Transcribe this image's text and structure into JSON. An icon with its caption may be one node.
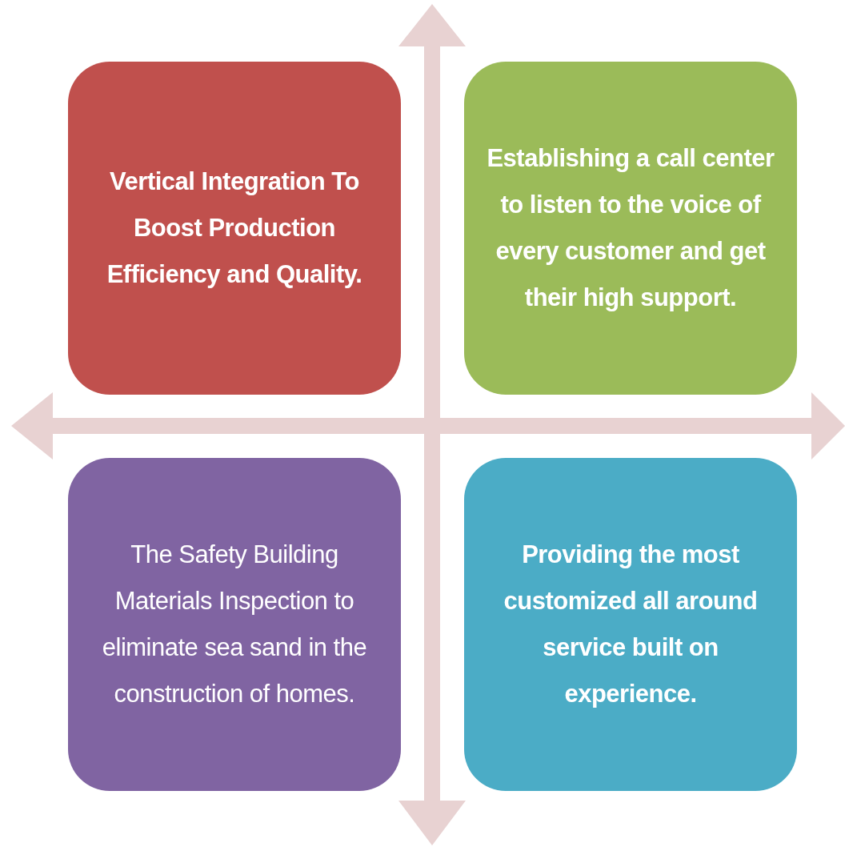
{
  "diagram": {
    "nodes": [
      {
        "text": [
          "Vertical Integration To Boost Production Efficiency and Quality."
        ]
      },
      {
        "text": [
          "Establishing a call center to listen to the voice of every customer and get their high support."
        ]
      },
      {
        "text": [
          "The Safety Building Materials Inspection to eliminate sea sand in the construction of homes."
        ]
      },
      {
        "text": [
          "Providing the most customized all around service built on experience."
        ]
      }
    ]
  }
}
